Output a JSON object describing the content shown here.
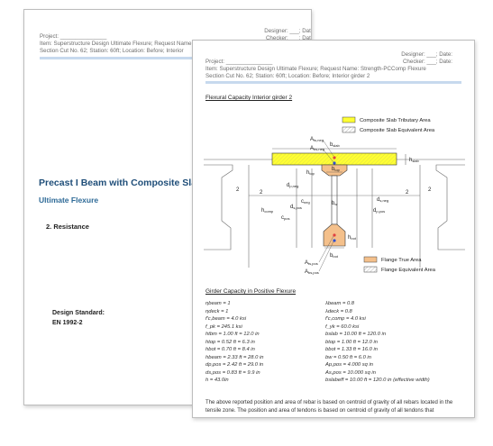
{
  "back_page": {
    "project": "Project: _______________",
    "designer": "Designer: ___; Date:",
    "checker": "Checker: ___; Date:",
    "item": "Item: Superstructure Design Ultimate Flexure; Request Name:",
    "section": "Section Cut No. 62; Station: 60ft; Location: Before; Interior",
    "title": "Precast I Beam with Composite Slab",
    "subtitle": "Ultimate Flexure",
    "section_heading": "2.  Resistance",
    "design_standard_label": "Design Standard:",
    "design_standard_value": "EN 1992-2"
  },
  "front_page": {
    "designer": "Designer: ___; Date:",
    "project": "Project: _______________",
    "checker": "Checker: ___; Date:",
    "item": "Item: Superstructure Design Ultimate Flexure; Request Name: Strength-PCComp Flexure",
    "section": "Section Cut No. 62; Station: 60ft; Location: Before; Interior girder 2",
    "flexural_title": "Flexural Capacity Interior girder 2",
    "girder_title": "Girder Capacity in Positive Flexure",
    "colors": {
      "slab_fill": "#ffff33",
      "flange_fill": "#f4c08b",
      "accent": "#e04040"
    },
    "diagram_labels": {
      "legend_slab_true": "Composite Slab Tributary Area",
      "legend_slab_equiv": "Composite Slab Equivalent Area",
      "legend_flange_true": "Flange True Area",
      "legend_flange_equiv": "Flange Equivalent Area",
      "a_ts_neg": "A",
      "a_ts_neg_sub": "ts,neg",
      "a_bs_neg": "A",
      "a_bs_neg_sub": "bs,neg",
      "b_slab": "b",
      "b_slab_sub": "slab",
      "h_slab": "h",
      "h_slab_sub": "slab",
      "h_top": "h",
      "h_top_sub": "top",
      "b_top": "b",
      "b_top_sub": "top",
      "d_p_neg": "d",
      "d_p_neg_sub": "p,neg",
      "c_neg": "c",
      "c_neg_sub": "neg",
      "d_s_pos": "d",
      "d_s_pos_sub": "s,pos",
      "h_comp": "h",
      "h_comp_sub": "comp",
      "c_pos": "c",
      "c_pos_sub": "pos",
      "b_w": "b",
      "b_w_sub": "w",
      "d_p_pos": "d",
      "d_p_pos_sub": "p,pos",
      "d_s_neg": "d",
      "d_s_neg_sub": "s,neg",
      "a_ts_pos": "A",
      "a_ts_pos_sub": "ts,pos",
      "a_bs_pos": "A",
      "a_bs_pos_sub": "bs,pos",
      "h_bot": "h",
      "h_bot_sub": "bot",
      "b_bot": "b",
      "b_bot_sub": "bot",
      "dim_2a": "2",
      "dim_2b": "2",
      "dim_2c": "2",
      "dim_2d": "2"
    },
    "params_left": [
      "ηbeam = 1",
      "ηdeck = 1",
      "f'c,beam = 4.0 ksi",
      "f_pk = 245.1 ksi",
      "htbm = 1.00 ft = 12.0 in",
      "htop = 0.52 ft = 6.3 in",
      "hbot = 0.70 ft = 8.4 in",
      "hbeam = 2.33 ft = 28.0 in",
      "dp,pos = 2.42 ft = 29.0 in",
      "ds,pos = 0.83 ft = 9.9 in",
      "h = 43.0in"
    ],
    "params_right": [
      "λbeam = 0.8",
      "λdeck = 0.8",
      "f'c,comp = 4.0 ksi",
      "f_yk = 60.0 ksi",
      "bslab = 10.00 ft = 120.0 in",
      "btop = 1.00 ft = 12.0 in",
      "bbot = 1.33 ft = 16.0 in",
      "bw = 0.50 ft = 6.0 in",
      "Ap,pos = 4.000 sq in",
      "As,pos = 10.000 sq in",
      "bslabeff = 10.00 ft = 120.0 in (effective width)"
    ],
    "paragraph": "The above reported position and area of rebar is based on centroid of gravity of all rebars located in the tensile zone. The position and area of tendons is based on centroid of gravity of all tendons that"
  }
}
